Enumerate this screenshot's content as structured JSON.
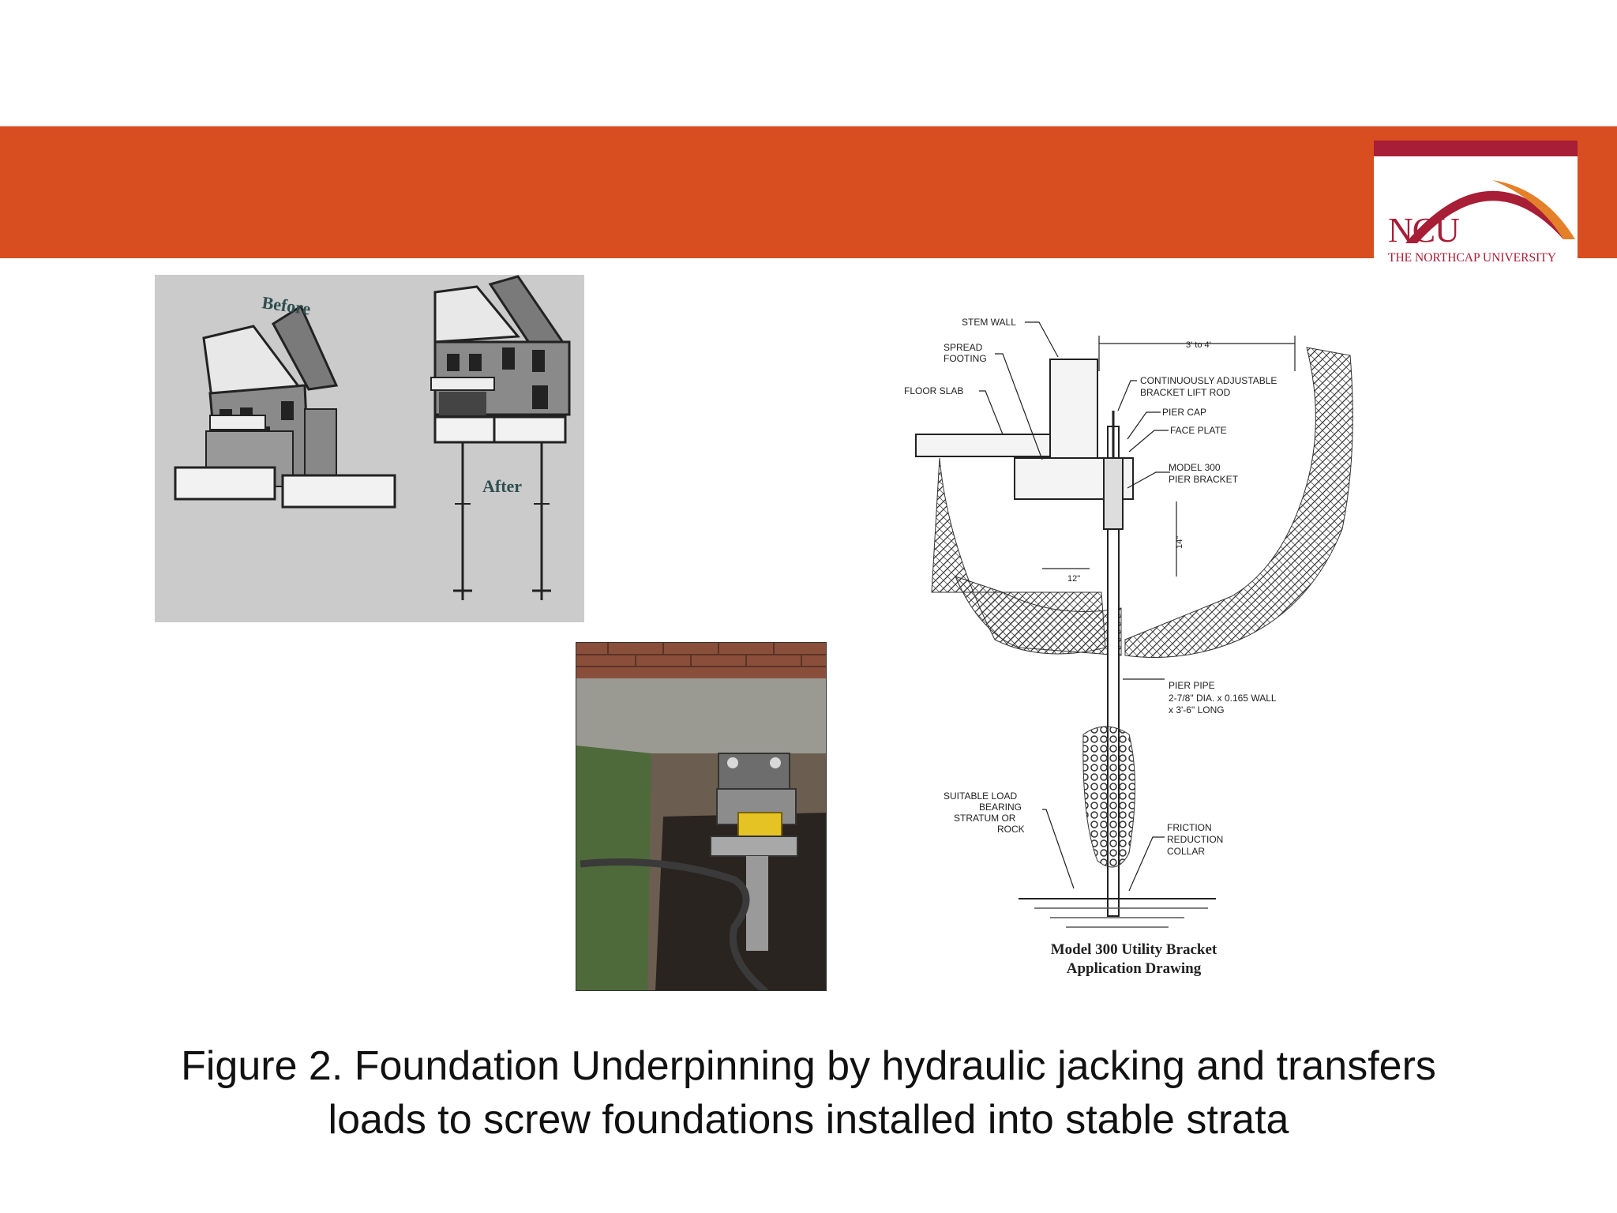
{
  "header": {
    "brand_color": "#d94e20",
    "logo": {
      "short_name": "NCU",
      "full_name": "THE NORTHCAP UNIVERSITY",
      "colors": {
        "maroon": "#a71e36",
        "orange": "#e5802a"
      }
    }
  },
  "figure": {
    "houses": {
      "before_label": "Before",
      "after_label": "After"
    },
    "photo": {
      "icon": "hydraulic-jack-photo"
    },
    "drawing": {
      "labels": {
        "stem_wall": "STEM WALL",
        "spread_footing_1": "SPREAD",
        "spread_footing_2": "FOOTING",
        "floor_slab": "FLOOR SLAB",
        "lift_rod_1": "CONTINUOUSLY ADJUSTABLE",
        "lift_rod_2": "BRACKET LIFT ROD",
        "pier_cap": "PIER CAP",
        "face_plate": "FACE PLATE",
        "model_300_1": "MODEL 300",
        "model_300_2": "PIER BRACKET",
        "pier_pipe_1": "PIER PIPE",
        "pier_pipe_2": "2-7/8\" DIA. x 0.165 WALL",
        "pier_pipe_3": "x 3'-6\" LONG",
        "stratum_1": "SUITABLE LOAD",
        "stratum_2": "BEARING",
        "stratum_3": "STRATUM OR",
        "stratum_4": "ROCK",
        "friction_1": "FRICTION",
        "friction_2": "REDUCTION",
        "friction_3": "COLLAR"
      },
      "dims": {
        "width": "3' to 4'",
        "depth": "14\"",
        "offset": "12\""
      },
      "title_1": "Model 300 Utility Bracket",
      "title_2": "Application Drawing"
    }
  },
  "caption": {
    "line1": "Figure 2. Foundation Underpinning by hydraulic jacking and transfers",
    "line2": "loads to screw foundations installed into stable strata"
  }
}
